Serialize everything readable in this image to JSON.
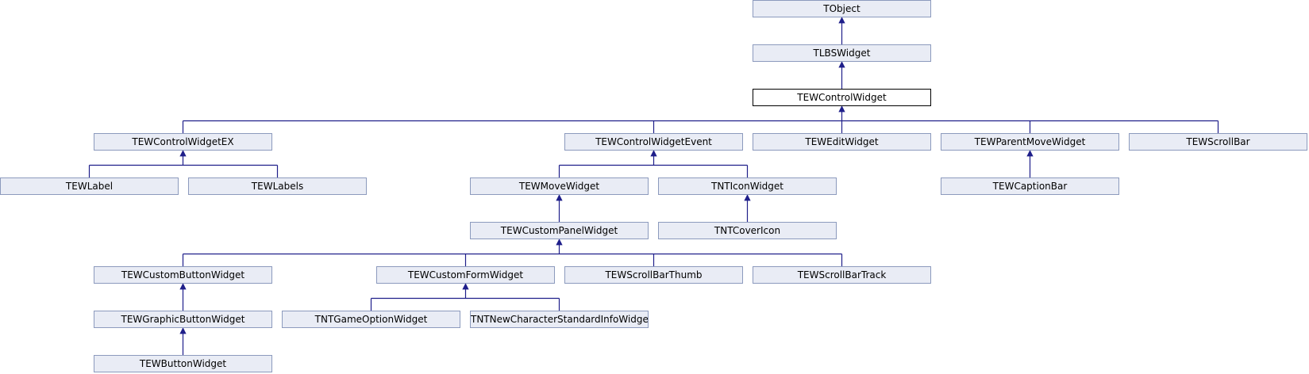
{
  "colors": {
    "node_fill": "#e9ecf5",
    "node_border": "#8c9abd",
    "edge": "#1f1f8a",
    "focus_border": "#000000"
  },
  "nodes": {
    "tobject": "TObject",
    "tlbswidget": "TLBSWidget",
    "tewcontrolwidget": "TEWControlWidget",
    "tewcontrolwidgetex": "TEWControlWidgetEX",
    "tewcontrolwidgetevent": "TEWControlWidgetEvent",
    "tewEditwidget": "TEWEditWidget",
    "tewparentmovewidget": "TEWParentMoveWidget",
    "tewscrollbar": "TEWScrollBar",
    "tewlabel": "TEWLabel",
    "tewlabels": "TEWLabels",
    "tewmovewidget": "TEWMoveWidget",
    "tnticonwidget": "TNTIconWidget",
    "tewcaptionbar": "TEWCaptionBar",
    "tewcustompanelwidget": "TEWCustomPanelWidget",
    "tntcovericon": "TNTCoverIcon",
    "tewcustombuttonwidget": "TEWCustomButtonWidget",
    "tewcustomformwidget": "TEWCustomFormWidget",
    "tewscrollbarthumb": "TEWScrollBarThumb",
    "tewscrollbartrack": "TEWScrollBarTrack",
    "tewgraphicbuttonwidget": "TEWGraphicButtonWidget",
    "tntgameoptionwidget": "TNTGameOptionWidget",
    "tntnewcharacterstandardinfowidget": "TNTNewCharacterStandardInfoWidget",
    "tewbuttonwidget": "TEWButtonWidget"
  },
  "edges": [
    [
      "tlbswidget",
      "tobject"
    ],
    [
      "tewcontrolwidget",
      "tlbswidget"
    ],
    [
      "tewcontrolwidgetex",
      "tewcontrolwidget"
    ],
    [
      "tewcontrolwidgetevent",
      "tewcontrolwidget"
    ],
    [
      "tewEditwidget",
      "tewcontrolwidget"
    ],
    [
      "tewparentmovewidget",
      "tewcontrolwidget"
    ],
    [
      "tewscrollbar",
      "tewcontrolwidget"
    ],
    [
      "tewlabel",
      "tewcontrolwidgetex"
    ],
    [
      "tewlabels",
      "tewcontrolwidgetex"
    ],
    [
      "tewmovewidget",
      "tewcontrolwidgetevent"
    ],
    [
      "tnticonwidget",
      "tewcontrolwidgetevent"
    ],
    [
      "tewcaptionbar",
      "tewparentmovewidget"
    ],
    [
      "tewcustompanelwidget",
      "tewmovewidget"
    ],
    [
      "tntcovericon",
      "tnticonwidget"
    ],
    [
      "tewcustombuttonwidget",
      "tewcustompanelwidget"
    ],
    [
      "tewcustomformwidget",
      "tewcustompanelwidget"
    ],
    [
      "tewscrollbarthumb",
      "tewcustompanelwidget"
    ],
    [
      "tewscrollbartrack",
      "tewcustompanelwidget"
    ],
    [
      "tewgraphicbuttonwidget",
      "tewcustombuttonwidget"
    ],
    [
      "tntgameoptionwidget",
      "tewcustomformwidget"
    ],
    [
      "tntnewcharacterstandardinfowidget",
      "tewcustomformwidget"
    ],
    [
      "tewbuttonwidget",
      "tewgraphicbuttonwidget"
    ]
  ]
}
